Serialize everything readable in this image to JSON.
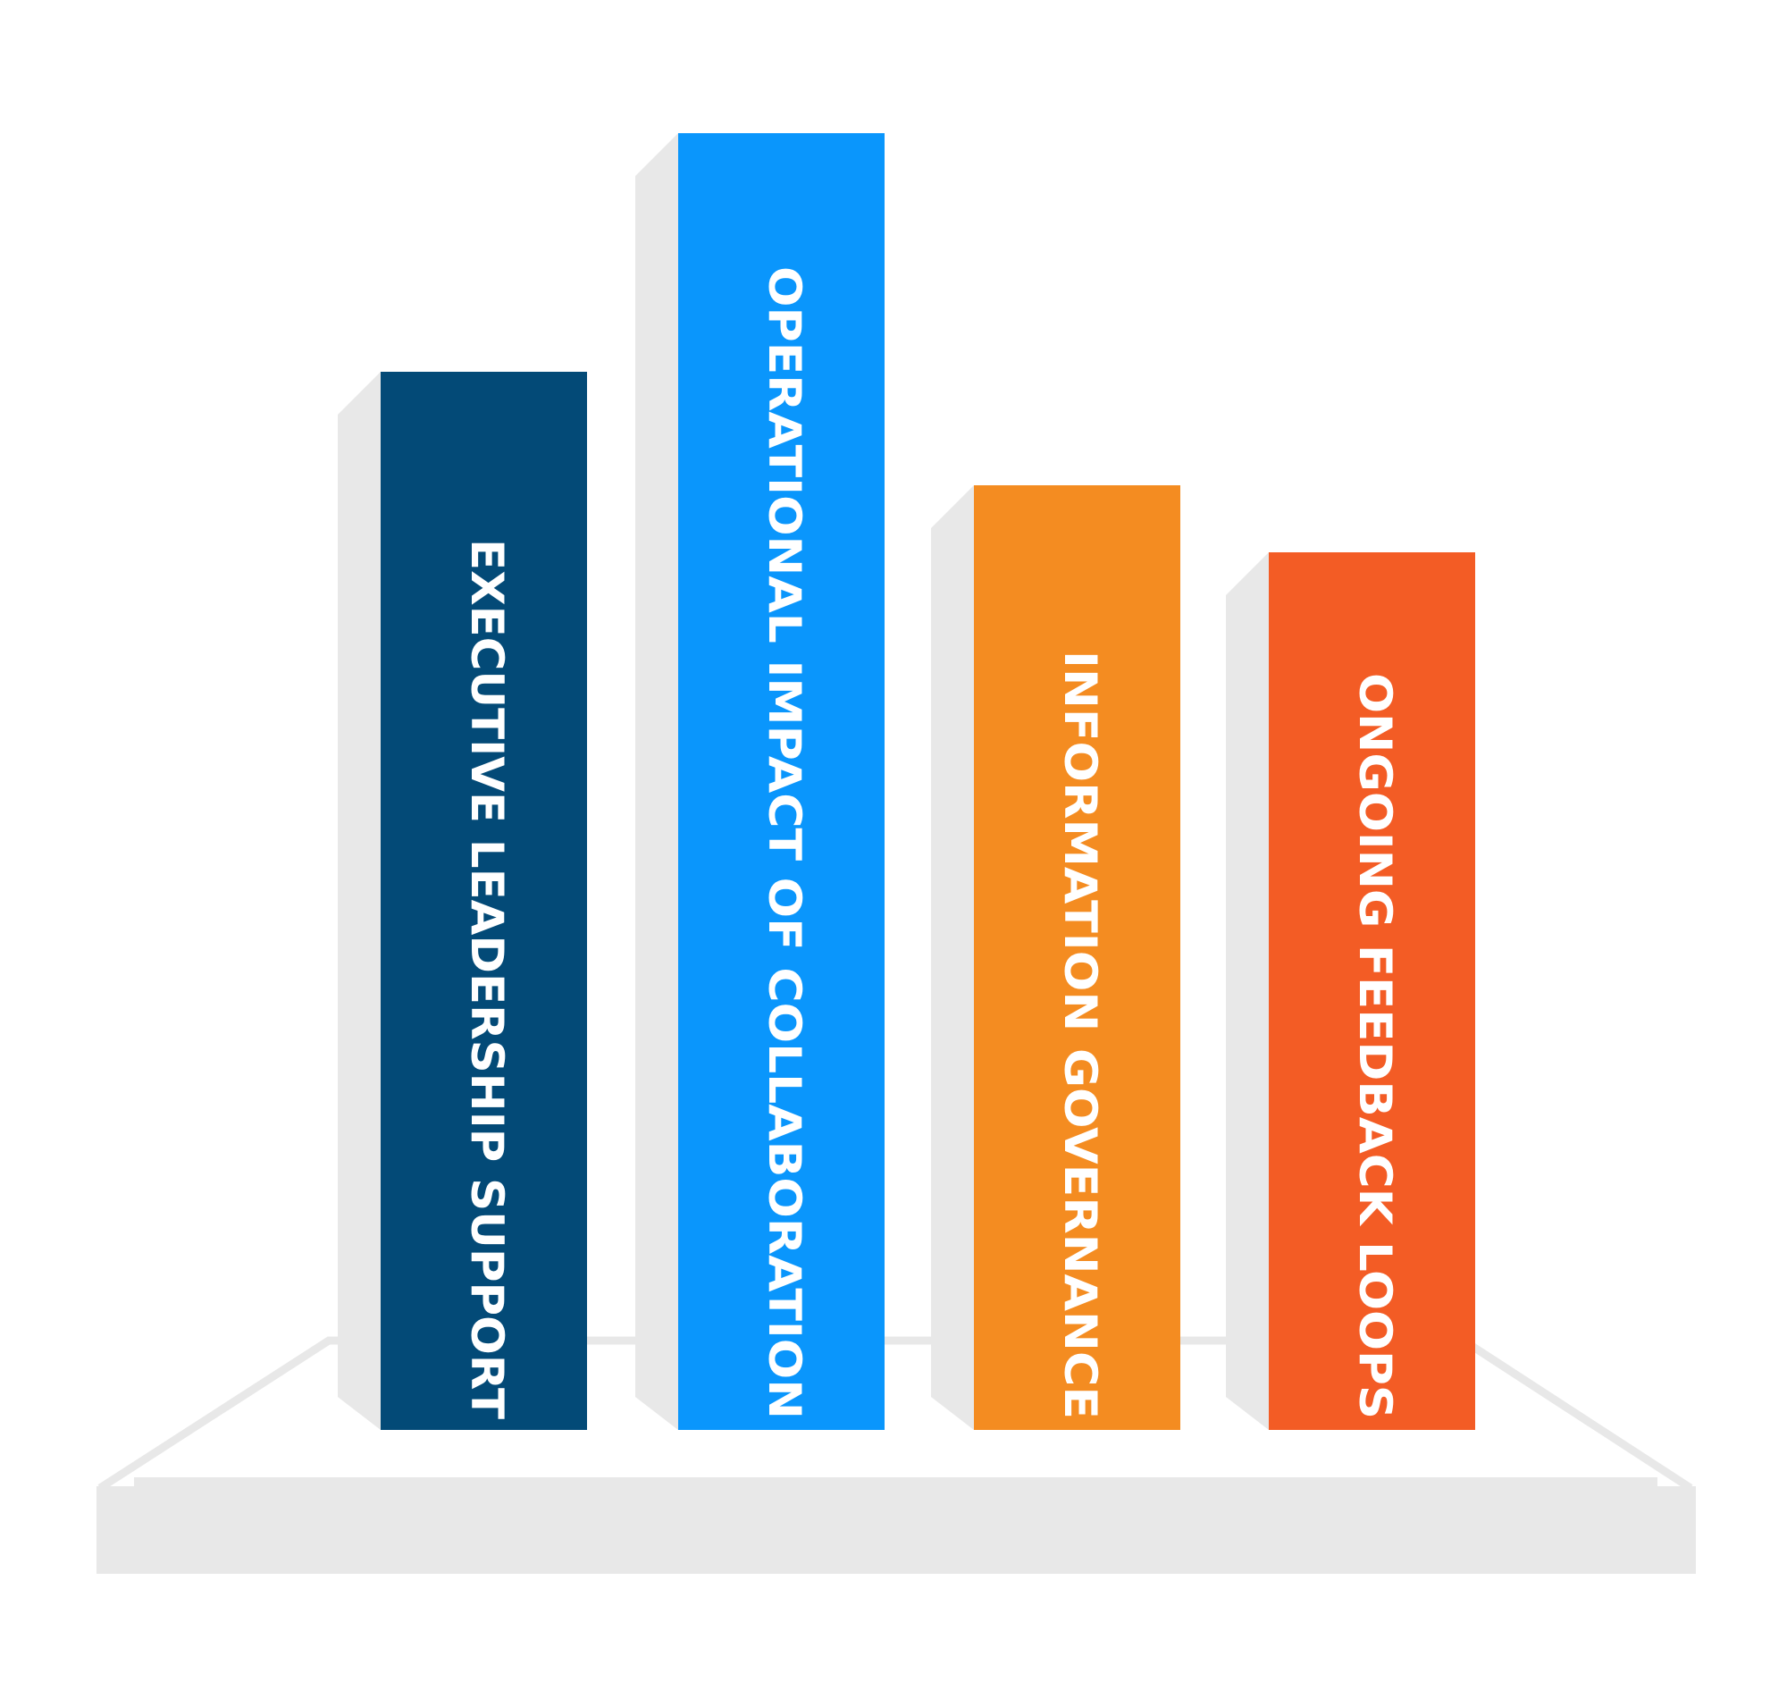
{
  "pillars": [
    {
      "label": "EXECUTIVE LEADERSHIP SUPPORT",
      "color": "#034a77"
    },
    {
      "label": "OPERATIONAL IMPACT OF COLLABORATION",
      "color": "#0a96fc"
    },
    {
      "label": "INFORMATION GOVERNANCE",
      "color": "#f48c21"
    },
    {
      "label": "ONGOING FEEDBACK LOOPS",
      "color": "#f35c25"
    }
  ],
  "colors": {
    "shadow": "#e8e8e8",
    "platform": "#e8e8e8",
    "platform_outline": "#e8e8e8",
    "label_text": "#ffffff"
  }
}
